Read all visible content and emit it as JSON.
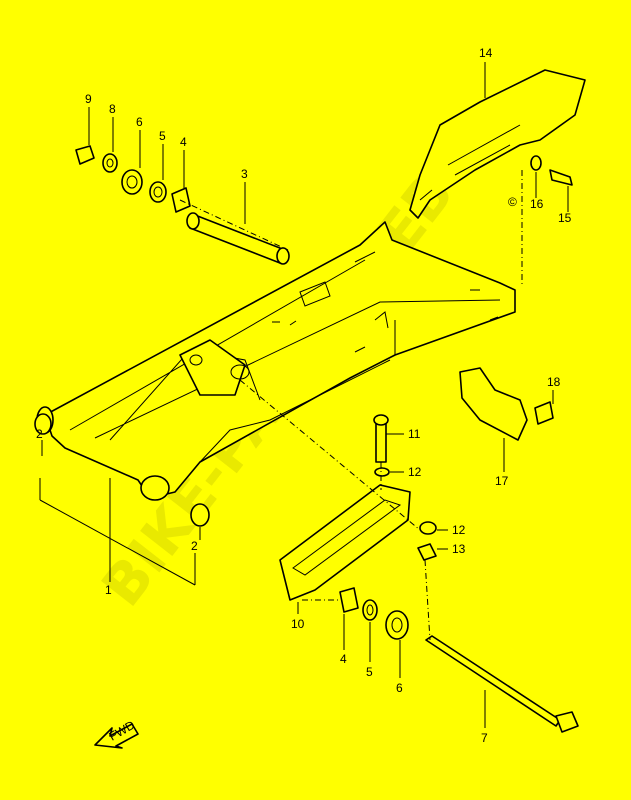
{
  "diagram": {
    "labels": [
      "14",
      "9",
      "8",
      "6",
      "5",
      "4",
      "3",
      "16",
      "15",
      "18",
      "11",
      "12",
      "17",
      "2",
      "12",
      "13",
      "2",
      "1",
      "10",
      "4",
      "5",
      "6",
      "7"
    ],
    "watermark": "BIKE-PARTS WEB",
    "watermark_mark": "©",
    "fwd_label": "FWD",
    "colors": {
      "background": "#ffff00",
      "line": "#000000",
      "watermark": "#d8d800"
    }
  }
}
